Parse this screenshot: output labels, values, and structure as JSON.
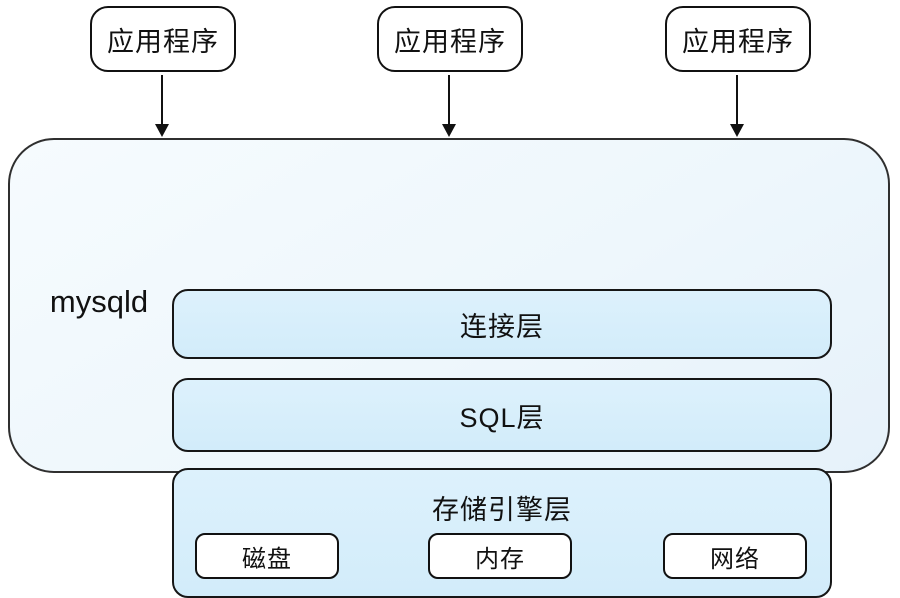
{
  "diagram": {
    "title": "mysqld",
    "applications": [
      "应用程序",
      "应用程序",
      "应用程序"
    ],
    "layers": {
      "connection": "连接层",
      "sql": "SQL层",
      "storage_engine": "存储引擎层"
    },
    "storage_components": [
      "磁盘",
      "内存",
      "网络"
    ]
  },
  "colors": {
    "container_fill": "#eef7fc",
    "layer_fill": "#d6eefb",
    "node_fill": "#ffffff",
    "border": "#111111",
    "background": "#ffffff"
  }
}
